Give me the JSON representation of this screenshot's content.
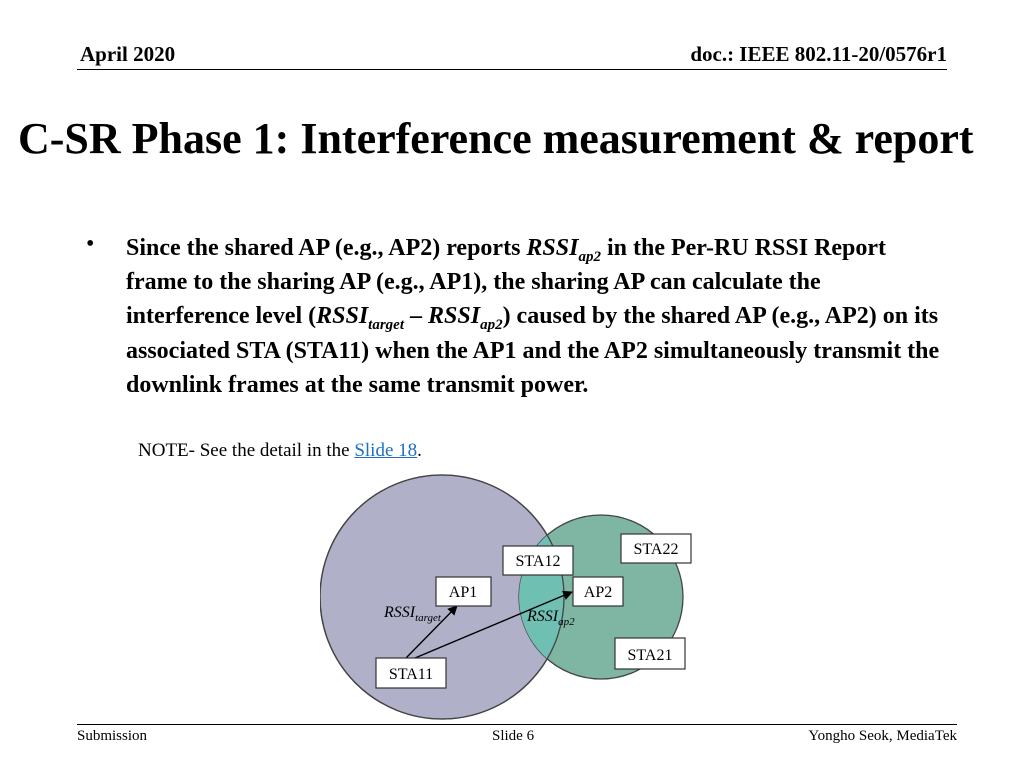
{
  "header": {
    "date": "April 2020",
    "doc": "doc.: IEEE 802.11-20/0576r1"
  },
  "title": "C-SR Phase 1: Interference measurement & report",
  "bullet": {
    "marker": "•",
    "t1": "Since the shared AP (e.g., AP2) reports ",
    "rssi": "RSSI",
    "sub_ap2": "ap2",
    "t2": " in the Per-RU RSSI Report frame to the sharing AP (e.g., AP1), the sharing AP can calculate the interference level (",
    "sub_target": "target",
    "minus": " – ",
    "t3": ") caused by the shared AP (e.g., AP2) on its associated STA (STA11) when the AP1 and the AP2 simultaneously transmit the downlink frames at the same transmit power."
  },
  "note": {
    "prefix": "NOTE- See the detail in the ",
    "link": "Slide 18",
    "suffix": "."
  },
  "diagram": {
    "nodes": {
      "ap1": "AP1",
      "ap2": "AP2",
      "sta11": "STA11",
      "sta12": "STA12",
      "sta21": "STA21",
      "sta22": "STA22"
    },
    "label_rssi": "RSSI",
    "label_target_sub": "target",
    "label_ap2_sub": "ap2",
    "colors": {
      "circle_left": "#b0b0c8",
      "circle_right": "#7fb5a3",
      "overlap": "#6fbfb2"
    }
  },
  "footer": {
    "left": "Submission",
    "center": "Slide 6",
    "right": "Yongho Seok, MediaTek"
  }
}
